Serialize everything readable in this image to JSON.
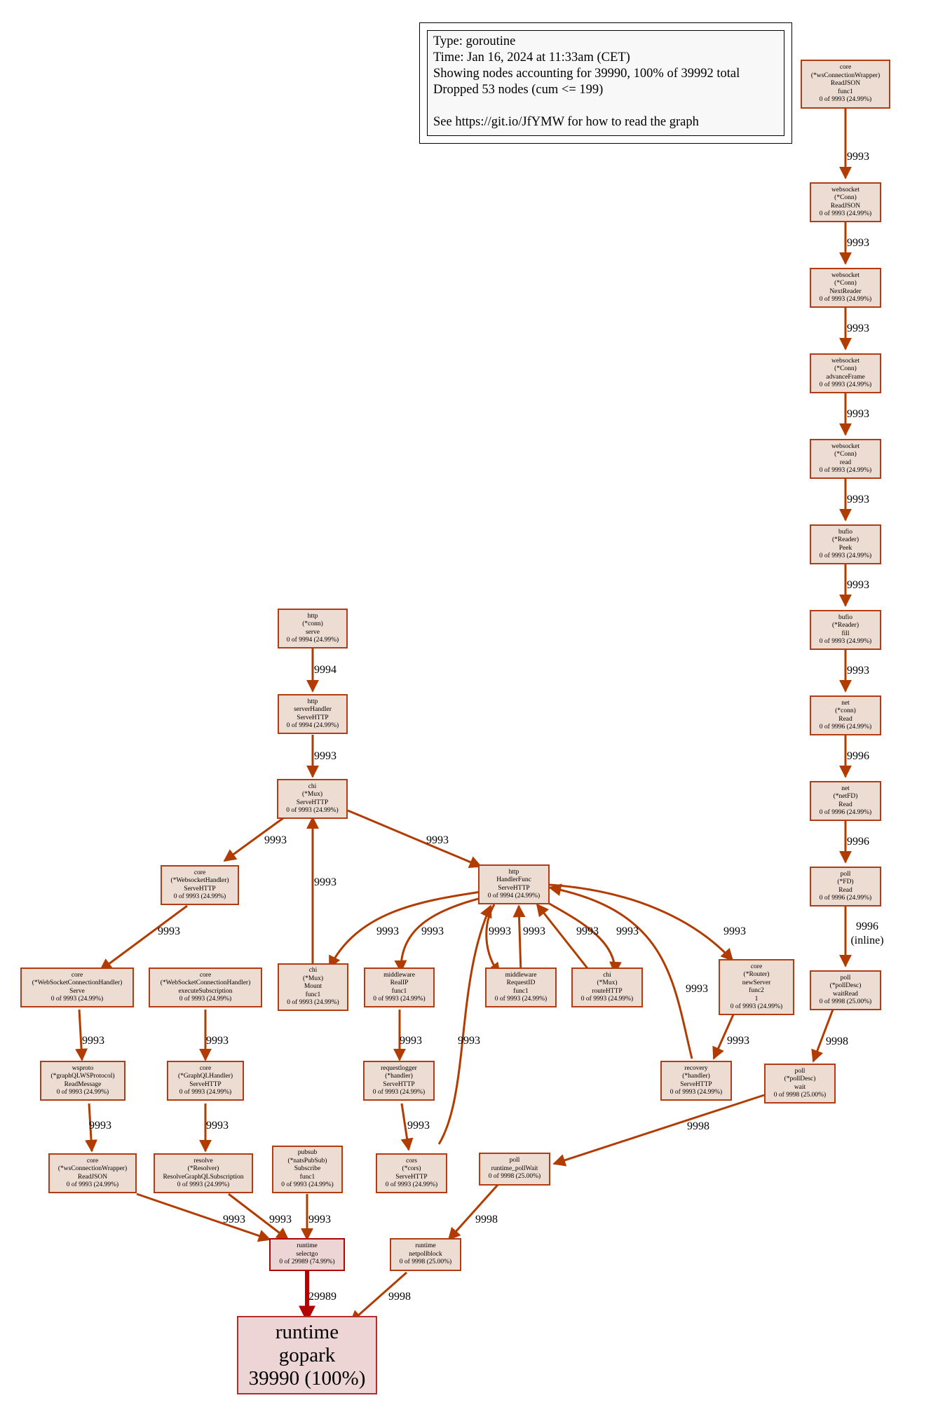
{
  "legend": {
    "type": "Type: goroutine",
    "time": "Time: Jan 16, 2024 at 11:33am (CET)",
    "showing": "Showing nodes accounting for 39990, 100% of 39992 total",
    "dropped": "Dropped 53 nodes (cum <= 199)",
    "help": "See https://git.io/JfYMW for how to read the graph"
  },
  "colors": {
    "edge": "#b23c00",
    "edge_hot": "#b20400",
    "node_border": "#b23c13",
    "node_fill": "#eddcd2",
    "sink_fill": "#edd5d5"
  },
  "nodes": {
    "wsReadJSONfunc1": {
      "lines": [
        "core",
        "(*wsConnectionWrapper)",
        "ReadJSON",
        "func1",
        "0 of 9993 (24.99%)"
      ]
    },
    "connReadJSON": {
      "lines": [
        "websocket",
        "(*Conn)",
        "ReadJSON",
        "0 of 9993 (24.99%)"
      ]
    },
    "connNextReader": {
      "lines": [
        "websocket",
        "(*Conn)",
        "NextReader",
        "0 of 9993 (24.99%)"
      ]
    },
    "connAdvanceFrame": {
      "lines": [
        "websocket",
        "(*Conn)",
        "advanceFrame",
        "0 of 9993 (24.99%)"
      ]
    },
    "connRead": {
      "lines": [
        "websocket",
        "(*Conn)",
        "read",
        "0 of 9993 (24.99%)"
      ]
    },
    "bufioPeek": {
      "lines": [
        "bufio",
        "(*Reader)",
        "Peek",
        "0 of 9993 (24.99%)"
      ]
    },
    "bufioFill": {
      "lines": [
        "bufio",
        "(*Reader)",
        "fill",
        "0 of 9993 (24.99%)"
      ]
    },
    "netConnRead": {
      "lines": [
        "net",
        "(*conn)",
        "Read",
        "0 of 9996 (24.99%)"
      ]
    },
    "netFDRead": {
      "lines": [
        "net",
        "(*netFD)",
        "Read",
        "0 of 9996 (24.99%)"
      ]
    },
    "pollFDRead": {
      "lines": [
        "poll",
        "(*FD)",
        "Read",
        "0 of 9996 (24.99%)"
      ]
    },
    "pollWaitRead": {
      "lines": [
        "poll",
        "(*pollDesc)",
        "waitRead",
        "0 of 9998 (25.00%)"
      ]
    },
    "pollWait": {
      "lines": [
        "poll",
        "(*pollDesc)",
        "wait",
        "0 of 9998 (25.00%)"
      ]
    },
    "httpConnServe": {
      "lines": [
        "http",
        "(*conn)",
        "serve",
        "0 of 9994 (24.99%)"
      ]
    },
    "serverHandler": {
      "lines": [
        "http",
        "serverHandler",
        "ServeHTTP",
        "0 of 9994 (24.99%)"
      ]
    },
    "chiMuxServe": {
      "lines": [
        "chi",
        "(*Mux)",
        "ServeHTTP",
        "0 of 9993 (24.99%)"
      ]
    },
    "wsHandlerServe": {
      "lines": [
        "core",
        "(*WebsocketHandler)",
        "ServeHTTP",
        "0 of 9993 (24.99%)"
      ]
    },
    "handlerFunc": {
      "lines": [
        "http",
        "HandlerFunc",
        "ServeHTTP",
        "0 of 9994 (24.99%)"
      ]
    },
    "wsConnServe": {
      "lines": [
        "core",
        "(*WebSocketConnectionHandler)",
        "Serve",
        "0 of 9993 (24.99%)"
      ]
    },
    "wsConnExec": {
      "lines": [
        "core",
        "(*WebSocketConnectionHandler)",
        "executeSubscription",
        "0 of 9993 (24.99%)"
      ]
    },
    "chiMount": {
      "lines": [
        "chi",
        "(*Mux)",
        "Mount",
        "func1",
        "0 of 9993 (24.99%)"
      ]
    },
    "realIP": {
      "lines": [
        "middleware",
        "RealIP",
        "func1",
        "0 of 9993 (24.99%)"
      ]
    },
    "requestID": {
      "lines": [
        "middleware",
        "RequestID",
        "func1",
        "0 of 9993 (24.99%)"
      ]
    },
    "routeHTTP": {
      "lines": [
        "chi",
        "(*Mux)",
        "routeHTTP",
        "0 of 9993 (24.99%)"
      ]
    },
    "newServer": {
      "lines": [
        "core",
        "(*Router)",
        "newServer",
        "func2",
        "1",
        "0 of 9993 (24.99%)"
      ]
    },
    "wsproto": {
      "lines": [
        "wsproto",
        "(*graphQLWSProtocol)",
        "ReadMessage",
        "0 of 9993 (24.99%)"
      ]
    },
    "gqlHandler": {
      "lines": [
        "core",
        "(*GraphQLHandler)",
        "ServeHTTP",
        "0 of 9993 (24.99%)"
      ]
    },
    "reqLogger": {
      "lines": [
        "requestlogger",
        "(*handler)",
        "ServeHTTP",
        "0 of 9993 (24.99%)"
      ]
    },
    "recovery": {
      "lines": [
        "recovery",
        "(*handler)",
        "ServeHTTP",
        "0 of 9993 (24.99%)"
      ]
    },
    "wsReadJSON": {
      "lines": [
        "core",
        "(*wsConnectionWrapper)",
        "ReadJSON",
        "0 of 9993 (24.99%)"
      ]
    },
    "resolver": {
      "lines": [
        "resolve",
        "(*Resolver)",
        "ResolveGraphQLSubscription",
        "0 of 9993 (24.99%)"
      ]
    },
    "pubsub": {
      "lines": [
        "pubsub",
        "(*natsPubSub)",
        "Subscribe",
        "func1",
        "0 of 9993 (24.99%)"
      ]
    },
    "cors": {
      "lines": [
        "cors",
        "(*cors)",
        "ServeHTTP",
        "0 of 9993 (24.99%)"
      ]
    },
    "pollRuntime": {
      "lines": [
        "poll",
        "runtime_pollWait",
        "0 of 9998 (25.00%)"
      ]
    },
    "selectgo": {
      "lines": [
        "runtime",
        "selectgo",
        "0 of 29989 (74.99%)"
      ]
    },
    "netpollblock": {
      "lines": [
        "runtime",
        "netpollblock",
        "0 of 9998 (25.00%)"
      ]
    },
    "gopark": {
      "lines": [
        "runtime",
        "gopark",
        "39990 (100%)"
      ]
    }
  },
  "edges": [
    {
      "from": "wsReadJSONfunc1",
      "to": "connReadJSON",
      "label": "9993"
    },
    {
      "from": "connReadJSON",
      "to": "connNextReader",
      "label": "9993"
    },
    {
      "from": "connNextReader",
      "to": "connAdvanceFrame",
      "label": "9993"
    },
    {
      "from": "connAdvanceFrame",
      "to": "connRead",
      "label": "9993"
    },
    {
      "from": "connRead",
      "to": "bufioPeek",
      "label": "9993"
    },
    {
      "from": "bufioPeek",
      "to": "bufioFill",
      "label": "9993"
    },
    {
      "from": "bufioFill",
      "to": "netConnRead",
      "label": "9993"
    },
    {
      "from": "netConnRead",
      "to": "netFDRead",
      "label": "9996"
    },
    {
      "from": "netFDRead",
      "to": "pollFDRead",
      "label": "9996"
    },
    {
      "from": "pollFDRead",
      "to": "pollWaitRead",
      "label": "9996 (inline)"
    },
    {
      "from": "pollWaitRead",
      "to": "pollWait",
      "label": "9998"
    },
    {
      "from": "pollWait",
      "to": "pollRuntime",
      "label": "9998"
    },
    {
      "from": "pollRuntime",
      "to": "netpollblock",
      "label": "9998"
    },
    {
      "from": "netpollblock",
      "to": "gopark",
      "label": "9998"
    },
    {
      "from": "httpConnServe",
      "to": "serverHandler",
      "label": "9994"
    },
    {
      "from": "serverHandler",
      "to": "chiMuxServe",
      "label": "9993"
    },
    {
      "from": "chiMuxServe",
      "to": "wsHandlerServe",
      "label": "9993"
    },
    {
      "from": "chiMuxServe",
      "to": "handlerFunc",
      "label": "9993"
    },
    {
      "from": "chiMount",
      "to": "chiMuxServe",
      "label": "9993"
    },
    {
      "from": "wsHandlerServe",
      "to": "wsConnServe",
      "label": "9993"
    },
    {
      "from": "handlerFunc",
      "to": "chiMount",
      "label": "9993"
    },
    {
      "from": "handlerFunc",
      "to": "realIP",
      "label": "9993"
    },
    {
      "from": "handlerFunc",
      "to": "requestID",
      "label": "9993"
    },
    {
      "from": "requestID",
      "to": "handlerFunc",
      "label": "9993"
    },
    {
      "from": "routeHTTP",
      "to": "handlerFunc",
      "label": "9993"
    },
    {
      "from": "handlerFunc",
      "to": "routeHTTP",
      "label": "9993"
    },
    {
      "from": "handlerFunc",
      "to": "newServer",
      "label": "9993"
    },
    {
      "from": "recovery",
      "to": "handlerFunc",
      "label": "9993"
    },
    {
      "from": "cors",
      "to": "handlerFunc",
      "label": "9993"
    },
    {
      "from": "newServer",
      "to": "recovery",
      "label": "9993"
    },
    {
      "from": "realIP",
      "to": "reqLogger",
      "label": "9993"
    },
    {
      "from": "reqLogger",
      "to": "cors",
      "label": "9993"
    },
    {
      "from": "wsConnServe",
      "to": "wsproto",
      "label": "9993"
    },
    {
      "from": "wsproto",
      "to": "wsReadJSON",
      "label": "9993"
    },
    {
      "from": "wsConnExec",
      "to": "gqlHandler",
      "label": "9993"
    },
    {
      "from": "gqlHandler",
      "to": "resolver",
      "label": "9993"
    },
    {
      "from": "wsReadJSON",
      "to": "selectgo",
      "label": "9993"
    },
    {
      "from": "resolver",
      "to": "selectgo",
      "label": "9993"
    },
    {
      "from": "pubsub",
      "to": "selectgo",
      "label": "9993"
    },
    {
      "from": "selectgo",
      "to": "gopark",
      "label": "29989"
    }
  ]
}
